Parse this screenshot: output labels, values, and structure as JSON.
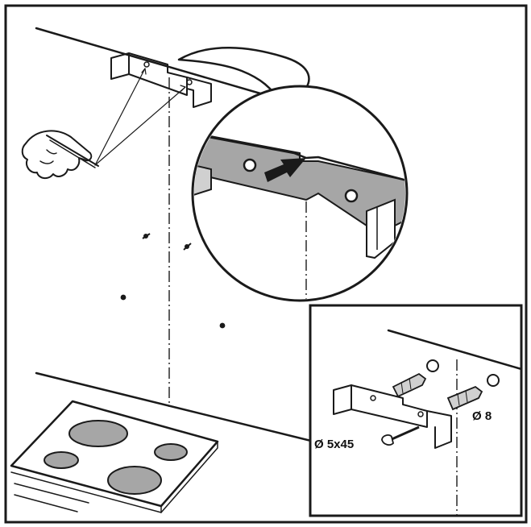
{
  "diagram": {
    "labels": {
      "screw": "Ø 5x45",
      "plug": "Ø 8"
    },
    "colors": {
      "line": "#1a1a1a",
      "shade": "#a6a6a6",
      "light_shade": "#d0d0d0",
      "background": "#ffffff"
    },
    "icons": [
      "pencil-hand-icon",
      "bracket",
      "screw",
      "wall-plug",
      "hob"
    ]
  }
}
